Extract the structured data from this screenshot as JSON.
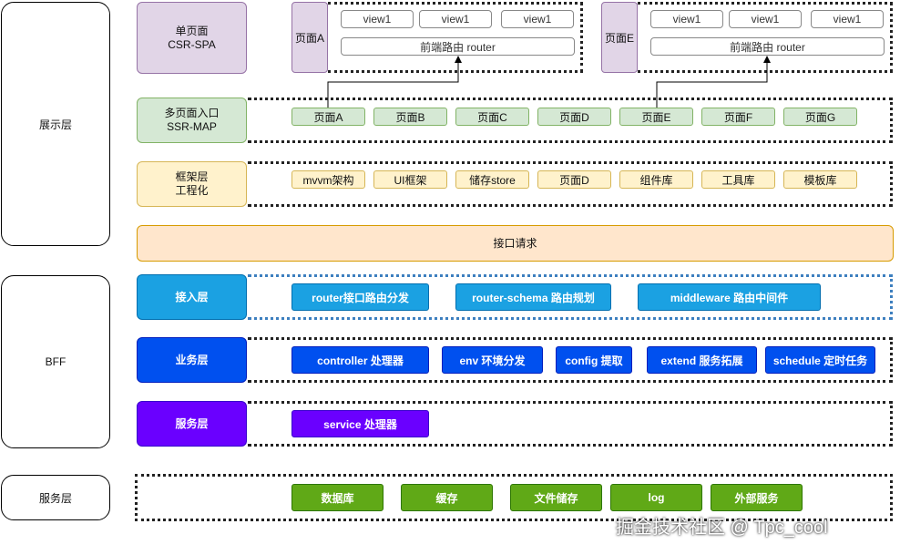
{
  "sides": {
    "display": "展示层",
    "bff": "BFF",
    "service": "服务层"
  },
  "spa": {
    "title": "单页面",
    "subtitle": "CSR-SPA",
    "group1": {
      "page": "页面A",
      "views": [
        "view1",
        "view1",
        "view1"
      ],
      "router": "前端路由 router"
    },
    "group2": {
      "page": "页面E",
      "views": [
        "view1",
        "view1",
        "view1"
      ],
      "router": "前端路由 router"
    }
  },
  "mpa": {
    "title": "多页面入口",
    "subtitle": "SSR-MAP",
    "items": [
      "页面A",
      "页面B",
      "页面C",
      "页面D",
      "页面E",
      "页面F",
      "页面G"
    ]
  },
  "framework": {
    "title": "框架层",
    "subtitle": "工程化",
    "items": [
      "mvvm架构",
      "UI框架",
      "储存store",
      "页面D",
      "组件库",
      "工具库",
      "模板库"
    ]
  },
  "api": {
    "label": "接口请求"
  },
  "access": {
    "title": "接入层",
    "items": [
      "router接口路由分发",
      "router-schema 路由规划",
      "middleware 路由中间件"
    ]
  },
  "business": {
    "title": "业务层",
    "items": [
      "controller 处理器",
      "env  环境分发",
      "config 提取",
      "extend 服务拓展",
      "schedule 定时任务"
    ]
  },
  "servicelayer": {
    "title": "服务层",
    "items": [
      "service 处理器"
    ]
  },
  "bottom": {
    "items": [
      "数据库",
      "缓存",
      "文件储存",
      "log",
      "外部服务"
    ]
  },
  "watermark": "掘金技术社区 @ Tpc_cool",
  "colors": {
    "purple_fill": "#e1d5e7",
    "purple_stroke": "#9673a6",
    "green_fill": "#d5e8d4",
    "green_stroke": "#82b366",
    "yellow_fill": "#fff2cc",
    "yellow_stroke": "#d6b656",
    "orange_fill": "#ffe6cc",
    "orange_stroke": "#d79b00",
    "blue": "#1ba1e2",
    "dark_blue": "#0050ef",
    "violet": "#6a00ff",
    "green": "#60a917"
  }
}
